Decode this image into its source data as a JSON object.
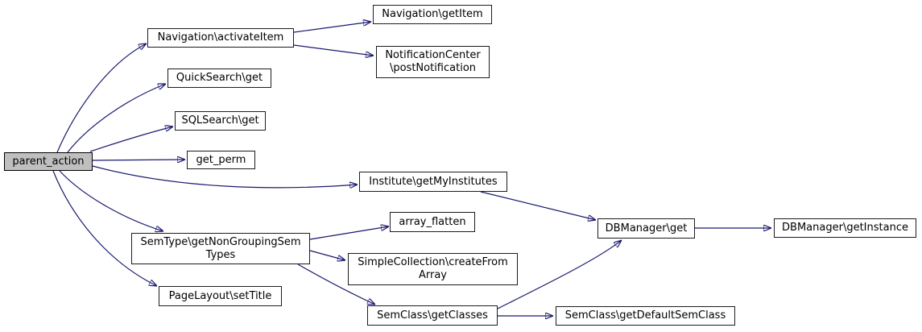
{
  "graph": {
    "type": "call-graph",
    "background_color": "#ffffff",
    "edge_color": "#191970",
    "node_fill": "#ffffff",
    "node_border_color": "#1c1c1c",
    "root_node_fill": "#bfbfbf",
    "root_node_border_color": "#000000",
    "nodes": {
      "parent_action": {
        "lines": [
          "parent_action"
        ]
      },
      "nav_activate_item": {
        "lines": [
          "Navigation\\activateItem"
        ]
      },
      "nav_get_item": {
        "lines": [
          "Navigation\\getItem"
        ]
      },
      "notification_post": {
        "lines": [
          "NotificationCenter",
          "\\postNotification"
        ]
      },
      "quick_search_get": {
        "lines": [
          "QuickSearch\\get"
        ]
      },
      "sql_search_get": {
        "lines": [
          "SQLSearch\\get"
        ]
      },
      "get_perm": {
        "lines": [
          "get_perm"
        ]
      },
      "institute_get_my": {
        "lines": [
          "Institute\\getMyInstitutes"
        ]
      },
      "semtype_non_grouping": {
        "lines": [
          "SemType\\getNonGroupingSem",
          "Types"
        ]
      },
      "array_flatten": {
        "lines": [
          "array_flatten"
        ]
      },
      "simple_collection": {
        "lines": [
          "SimpleCollection\\createFrom",
          "Array"
        ]
      },
      "page_layout_set_title": {
        "lines": [
          "PageLayout\\setTitle"
        ]
      },
      "semclass_get_classes": {
        "lines": [
          "SemClass\\getClasses"
        ]
      },
      "semclass_get_default": {
        "lines": [
          "SemClass\\getDefaultSemClass"
        ]
      },
      "db_manager_get": {
        "lines": [
          "DBManager\\get"
        ]
      },
      "db_manager_instance": {
        "lines": [
          "DBManager\\getInstance"
        ]
      }
    },
    "edges": [
      {
        "from": "parent_action",
        "to": "nav_activate_item"
      },
      {
        "from": "parent_action",
        "to": "quick_search_get"
      },
      {
        "from": "parent_action",
        "to": "sql_search_get"
      },
      {
        "from": "parent_action",
        "to": "get_perm"
      },
      {
        "from": "parent_action",
        "to": "institute_get_my"
      },
      {
        "from": "parent_action",
        "to": "semtype_non_grouping"
      },
      {
        "from": "parent_action",
        "to": "page_layout_set_title"
      },
      {
        "from": "nav_activate_item",
        "to": "nav_get_item"
      },
      {
        "from": "nav_activate_item",
        "to": "notification_post"
      },
      {
        "from": "institute_get_my",
        "to": "db_manager_get"
      },
      {
        "from": "semtype_non_grouping",
        "to": "array_flatten"
      },
      {
        "from": "semtype_non_grouping",
        "to": "simple_collection"
      },
      {
        "from": "semtype_non_grouping",
        "to": "semclass_get_classes"
      },
      {
        "from": "semclass_get_classes",
        "to": "db_manager_get"
      },
      {
        "from": "semclass_get_classes",
        "to": "semclass_get_default"
      },
      {
        "from": "db_manager_get",
        "to": "db_manager_instance"
      }
    ]
  }
}
